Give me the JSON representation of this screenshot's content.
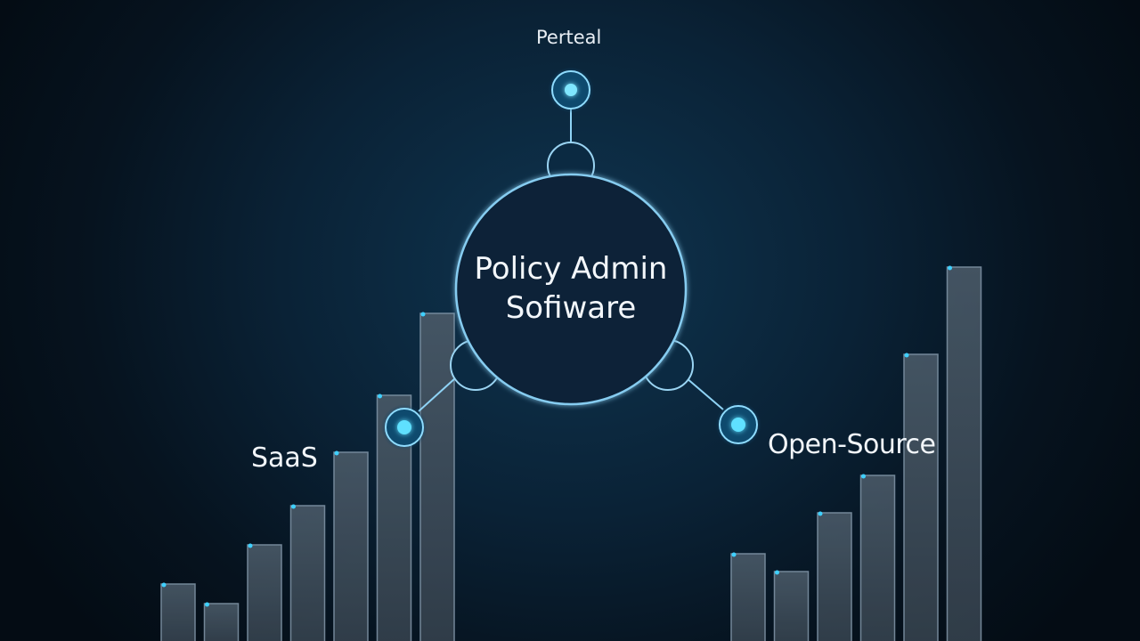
{
  "diagram": {
    "center": {
      "line1": "Policy Admin",
      "line2": "Sofiware"
    },
    "nodes": {
      "top": "Perteal",
      "left": "SaaS",
      "right": "Open-Source"
    }
  },
  "colors": {
    "background": "#0a2236",
    "accent_glow": "#3fd0ff",
    "bar_fill": "#3c4a57",
    "bar_edge": "#7f93a5",
    "circle_stroke": "#7fc6ee"
  },
  "bar_groups": {
    "left": {
      "values": [
        64,
        42,
        108,
        152,
        212,
        276,
        368
      ]
    },
    "right": {
      "values": [
        98,
        78,
        144,
        186,
        322,
        420
      ]
    }
  }
}
